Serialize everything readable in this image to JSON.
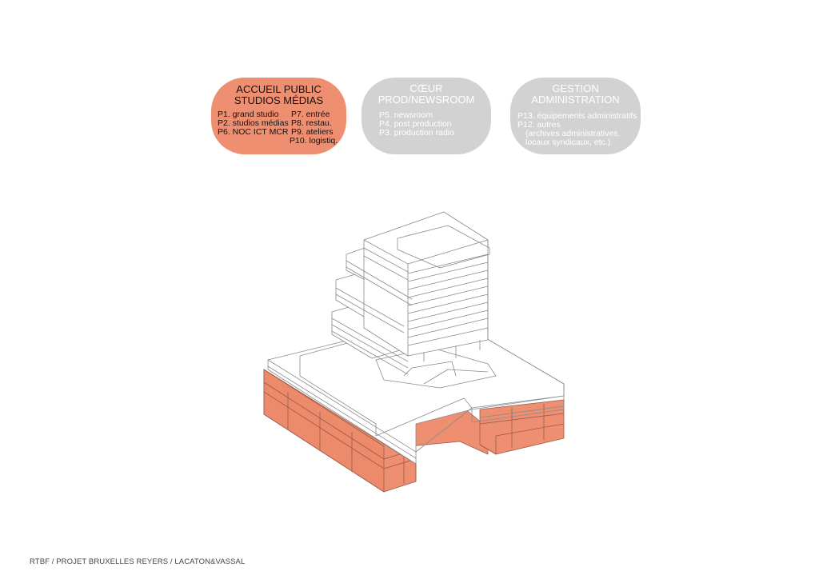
{
  "bubbles": [
    {
      "title_lines": [
        "ACCUEIL PUBLIC",
        "STUDIOS MÉDIAS"
      ],
      "left_col": [
        "P1. grand studio",
        "P2. studios médias",
        "P6. NOC ICT MCR"
      ],
      "right_col": [
        "P7. entrée",
        "P8. restau.",
        "P9. ateliers",
        "P10. logistiq."
      ],
      "fill": "#ee8f72"
    },
    {
      "title_lines": [
        "CŒUR",
        "PROD/NEWSROOM"
      ],
      "lines": [
        "P5. newsroom",
        "P4. post production",
        "P3. production radio"
      ],
      "fill": "#d2d2d2"
    },
    {
      "title_lines": [
        "GESTION",
        "ADMINISTRATION"
      ],
      "lines": [
        "P13. équipements administratifs",
        "P12. autres",
        "(archives administratives,",
        "locaux syndicaux, etc.)"
      ],
      "fill": "#d2d2d2"
    }
  ],
  "footer": "RTBF / PROJET BRUXELLES REYERS / LACATON&VASSAL",
  "drawing": {
    "line_color": "#8a8a8a",
    "highlight_color": "#ee8f72"
  }
}
